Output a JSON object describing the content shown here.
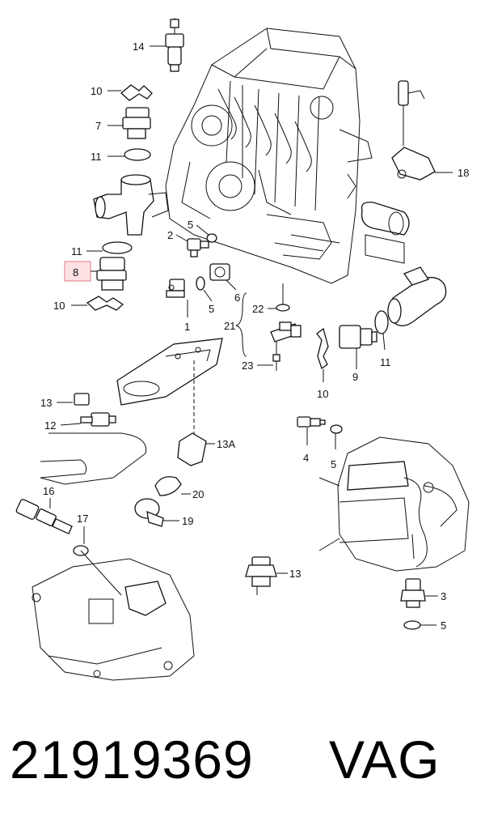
{
  "callouts": {
    "c14": "14",
    "c10a": "10",
    "c7": "7",
    "c11a": "11",
    "c18": "18",
    "c5a": "5",
    "c2": "2",
    "c11b": "11",
    "c8": "8",
    "c10b": "10",
    "c5b": "5",
    "c6": "6",
    "c1": "1",
    "c22": "22",
    "c21": "21",
    "c23": "23",
    "c9": "9",
    "c11c": "11",
    "c10c": "10",
    "c13": "13",
    "c12": "12",
    "c13a": "13A",
    "c4": "4",
    "c5c": "5",
    "c16": "16",
    "c20": "20",
    "c17": "17",
    "c19": "19",
    "c13b": "13",
    "c3": "3",
    "c5d": "5"
  },
  "highlight_color": "#fde2e4",
  "footer": {
    "part_number": "21919369",
    "brand": "VAG"
  }
}
